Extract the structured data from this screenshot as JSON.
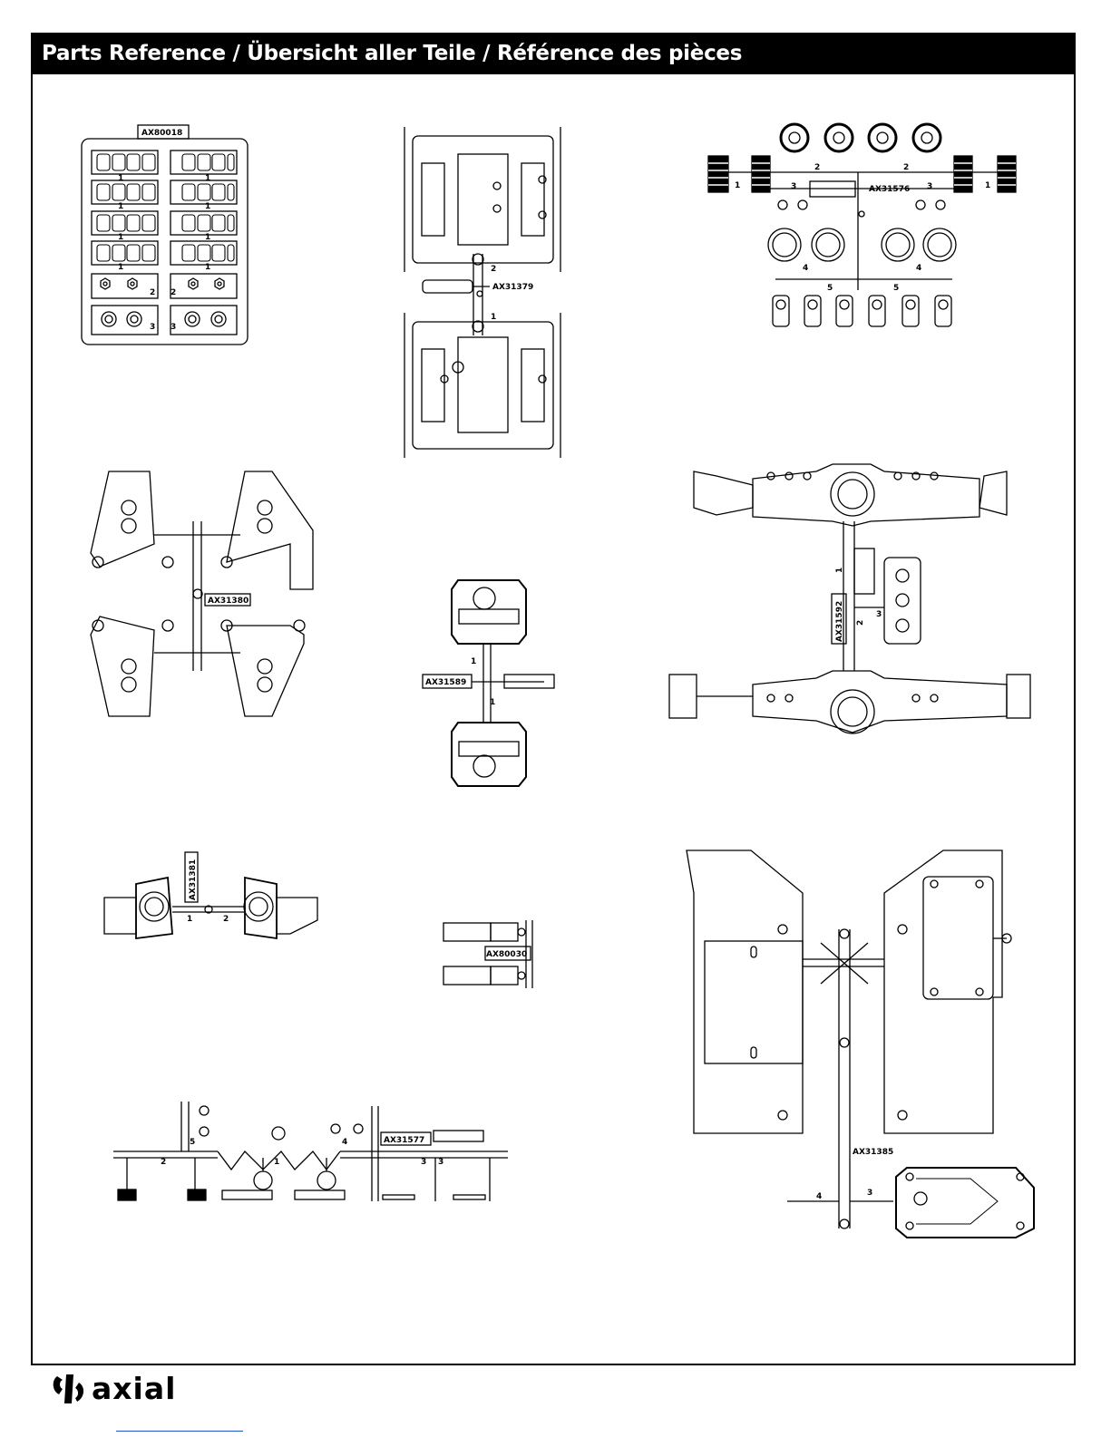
{
  "header": {
    "title": "Parts Reference / Übersicht aller Teile / Référence des pièces"
  },
  "trees": {
    "ax80018": {
      "code": "AX80018",
      "nums": [
        "1",
        "1",
        "1",
        "1",
        "1",
        "1",
        "1",
        "1",
        "2",
        "2",
        "3",
        "3"
      ]
    },
    "ax31379": {
      "code": "AX31379",
      "nums": [
        "2",
        "1"
      ]
    },
    "ax31576": {
      "code": "AX31576",
      "nums": [
        "1",
        "1",
        "2",
        "2",
        "3",
        "3",
        "4",
        "4",
        "5",
        "5"
      ]
    },
    "ax31380": {
      "code": "AX31380"
    },
    "ax31589": {
      "code": "AX31589",
      "nums": [
        "1",
        "1"
      ]
    },
    "ax31592": {
      "code": "AX31592",
      "nums": [
        "1",
        "2",
        "3"
      ]
    },
    "ax31381": {
      "code": "AX31381",
      "nums": [
        "1",
        "2"
      ]
    },
    "ax80030": {
      "code": "AX80030"
    },
    "ax31385": {
      "code": "AX31385",
      "nums": [
        "3",
        "4"
      ]
    },
    "ax31577": {
      "code": "AX31577",
      "nums": [
        "1",
        "2",
        "3",
        "3",
        "4",
        "5"
      ]
    }
  },
  "footer": {
    "logo_text": "axial",
    "logo_icon": "axial-logo-icon"
  }
}
